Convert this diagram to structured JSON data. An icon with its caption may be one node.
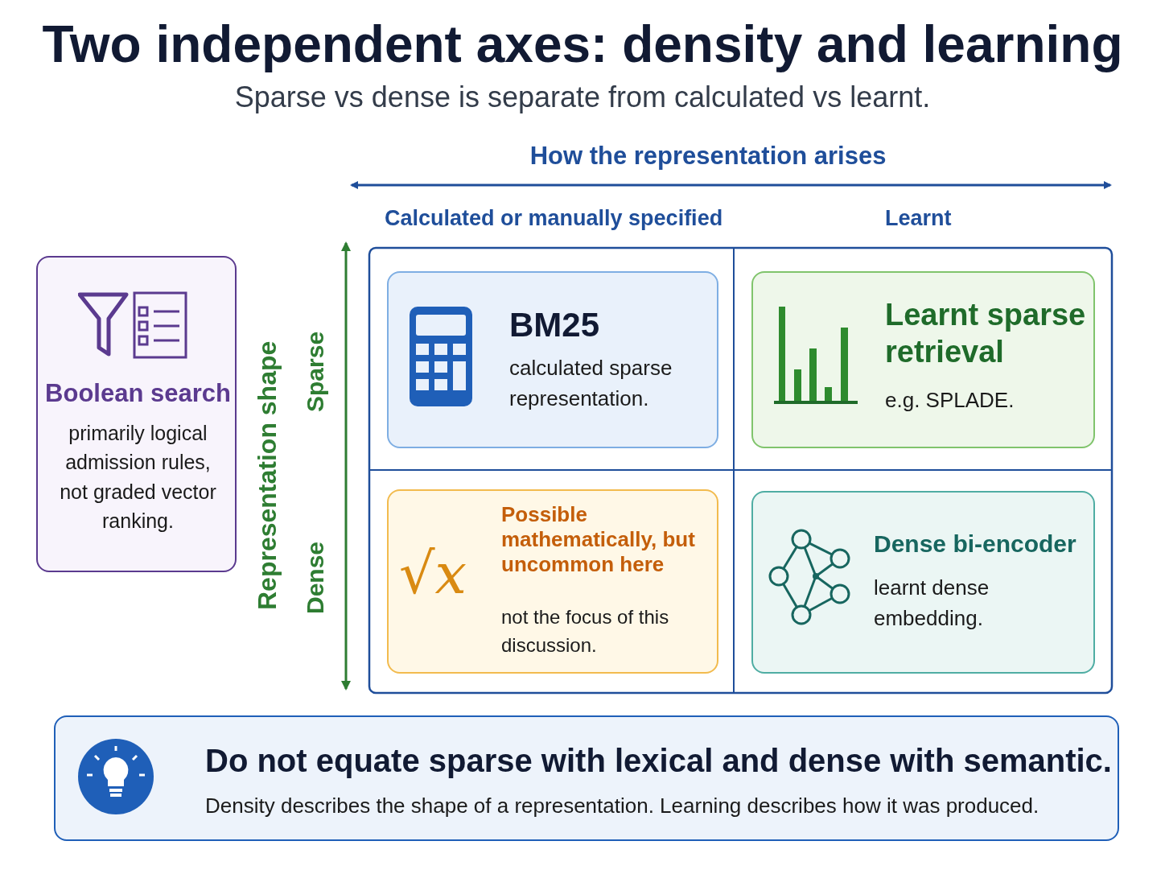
{
  "diagram": {
    "title": "Two independent axes: density and learning",
    "nodes": [
      {
        "text": [
          "Boolean search",
          "primarily logical admission rules, not graded vector ranking."
        ]
      },
      {
        "text": [
          "BM25",
          "calculated sparse representation."
        ]
      },
      {
        "text": [
          "Learnt sparse retrieval",
          "e.g. SPLADE."
        ]
      },
      {
        "text": [
          "Possible mathematically, but uncommon here",
          "not the focus of this discussion."
        ]
      },
      {
        "text": [
          "Dense bi-encoder",
          "learnt dense embedding."
        ]
      },
      {
        "text": [
          "Do not equate sparse with lexical and dense with semantic.",
          "Density describes the shape of a representation. Learning describes how it was produced."
        ]
      }
    ],
    "labels": [
      "Sparse vs dense is separate from calculated vs learnt.",
      "How the representation arises",
      "Calculated or manually specified",
      "Learnt",
      "Representation shape",
      "Sparse",
      "Dense",
      "√x"
    ]
  }
}
